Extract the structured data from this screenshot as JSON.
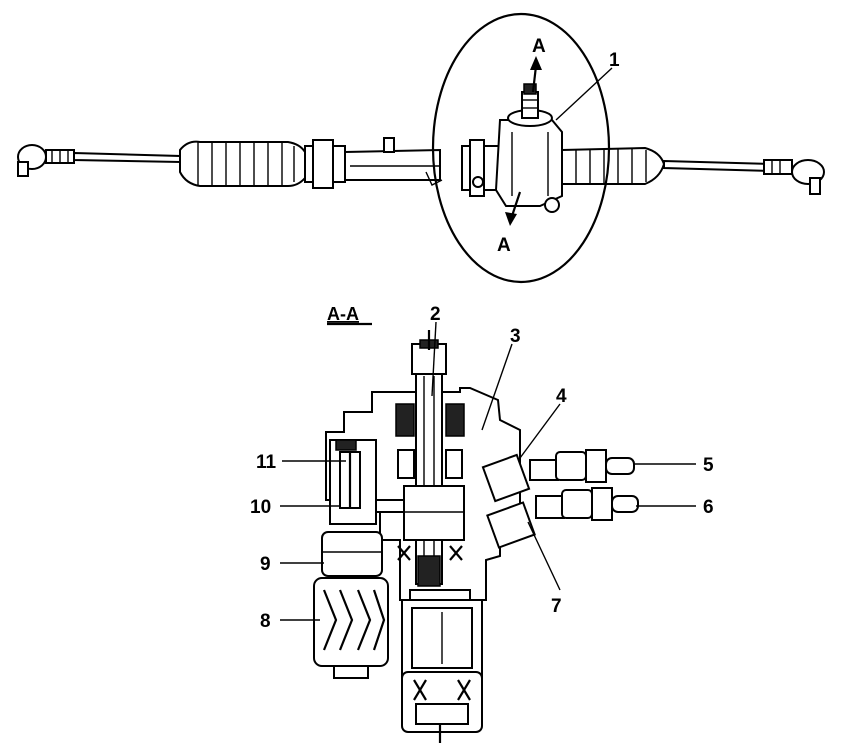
{
  "section_marker": "A",
  "section_title": "A-A",
  "callouts": [
    "1",
    "2",
    "3",
    "4",
    "5",
    "6",
    "7",
    "8",
    "9",
    "10",
    "11"
  ]
}
